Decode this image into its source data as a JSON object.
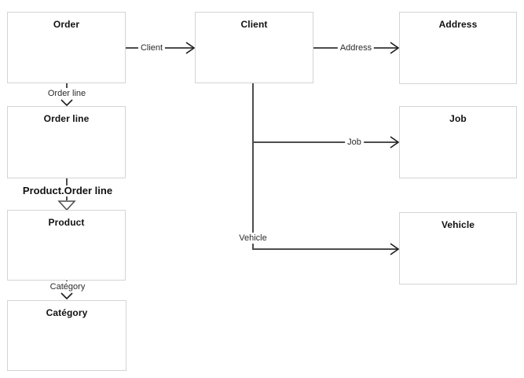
{
  "diagram": {
    "nodes": [
      {
        "id": "order",
        "label": "Order"
      },
      {
        "id": "client",
        "label": "Client"
      },
      {
        "id": "address",
        "label": "Address"
      },
      {
        "id": "order-line",
        "label": "Order line"
      },
      {
        "id": "job",
        "label": "Job"
      },
      {
        "id": "product",
        "label": "Product"
      },
      {
        "id": "vehicle",
        "label": "Vehicle"
      },
      {
        "id": "category",
        "label": "Catégory"
      }
    ],
    "edges": [
      {
        "id": "order-to-client",
        "label": "Client"
      },
      {
        "id": "client-to-address",
        "label": "Address"
      },
      {
        "id": "order-to-orderline",
        "label": "Order line"
      },
      {
        "id": "client-to-job",
        "label": "Job"
      },
      {
        "id": "orderline-to-product",
        "label": "Product.Order line"
      },
      {
        "id": "client-to-vehicle",
        "label": "Vehicle"
      },
      {
        "id": "product-to-category",
        "label": "Catégory"
      }
    ],
    "colors": {
      "background": "#ffffff",
      "node_border": "#d4d4d4",
      "connector": "#4d4d4d",
      "arrowhead": "#1c1c1c",
      "title_text": "#111111",
      "label_text": "#2b2b2b"
    }
  }
}
